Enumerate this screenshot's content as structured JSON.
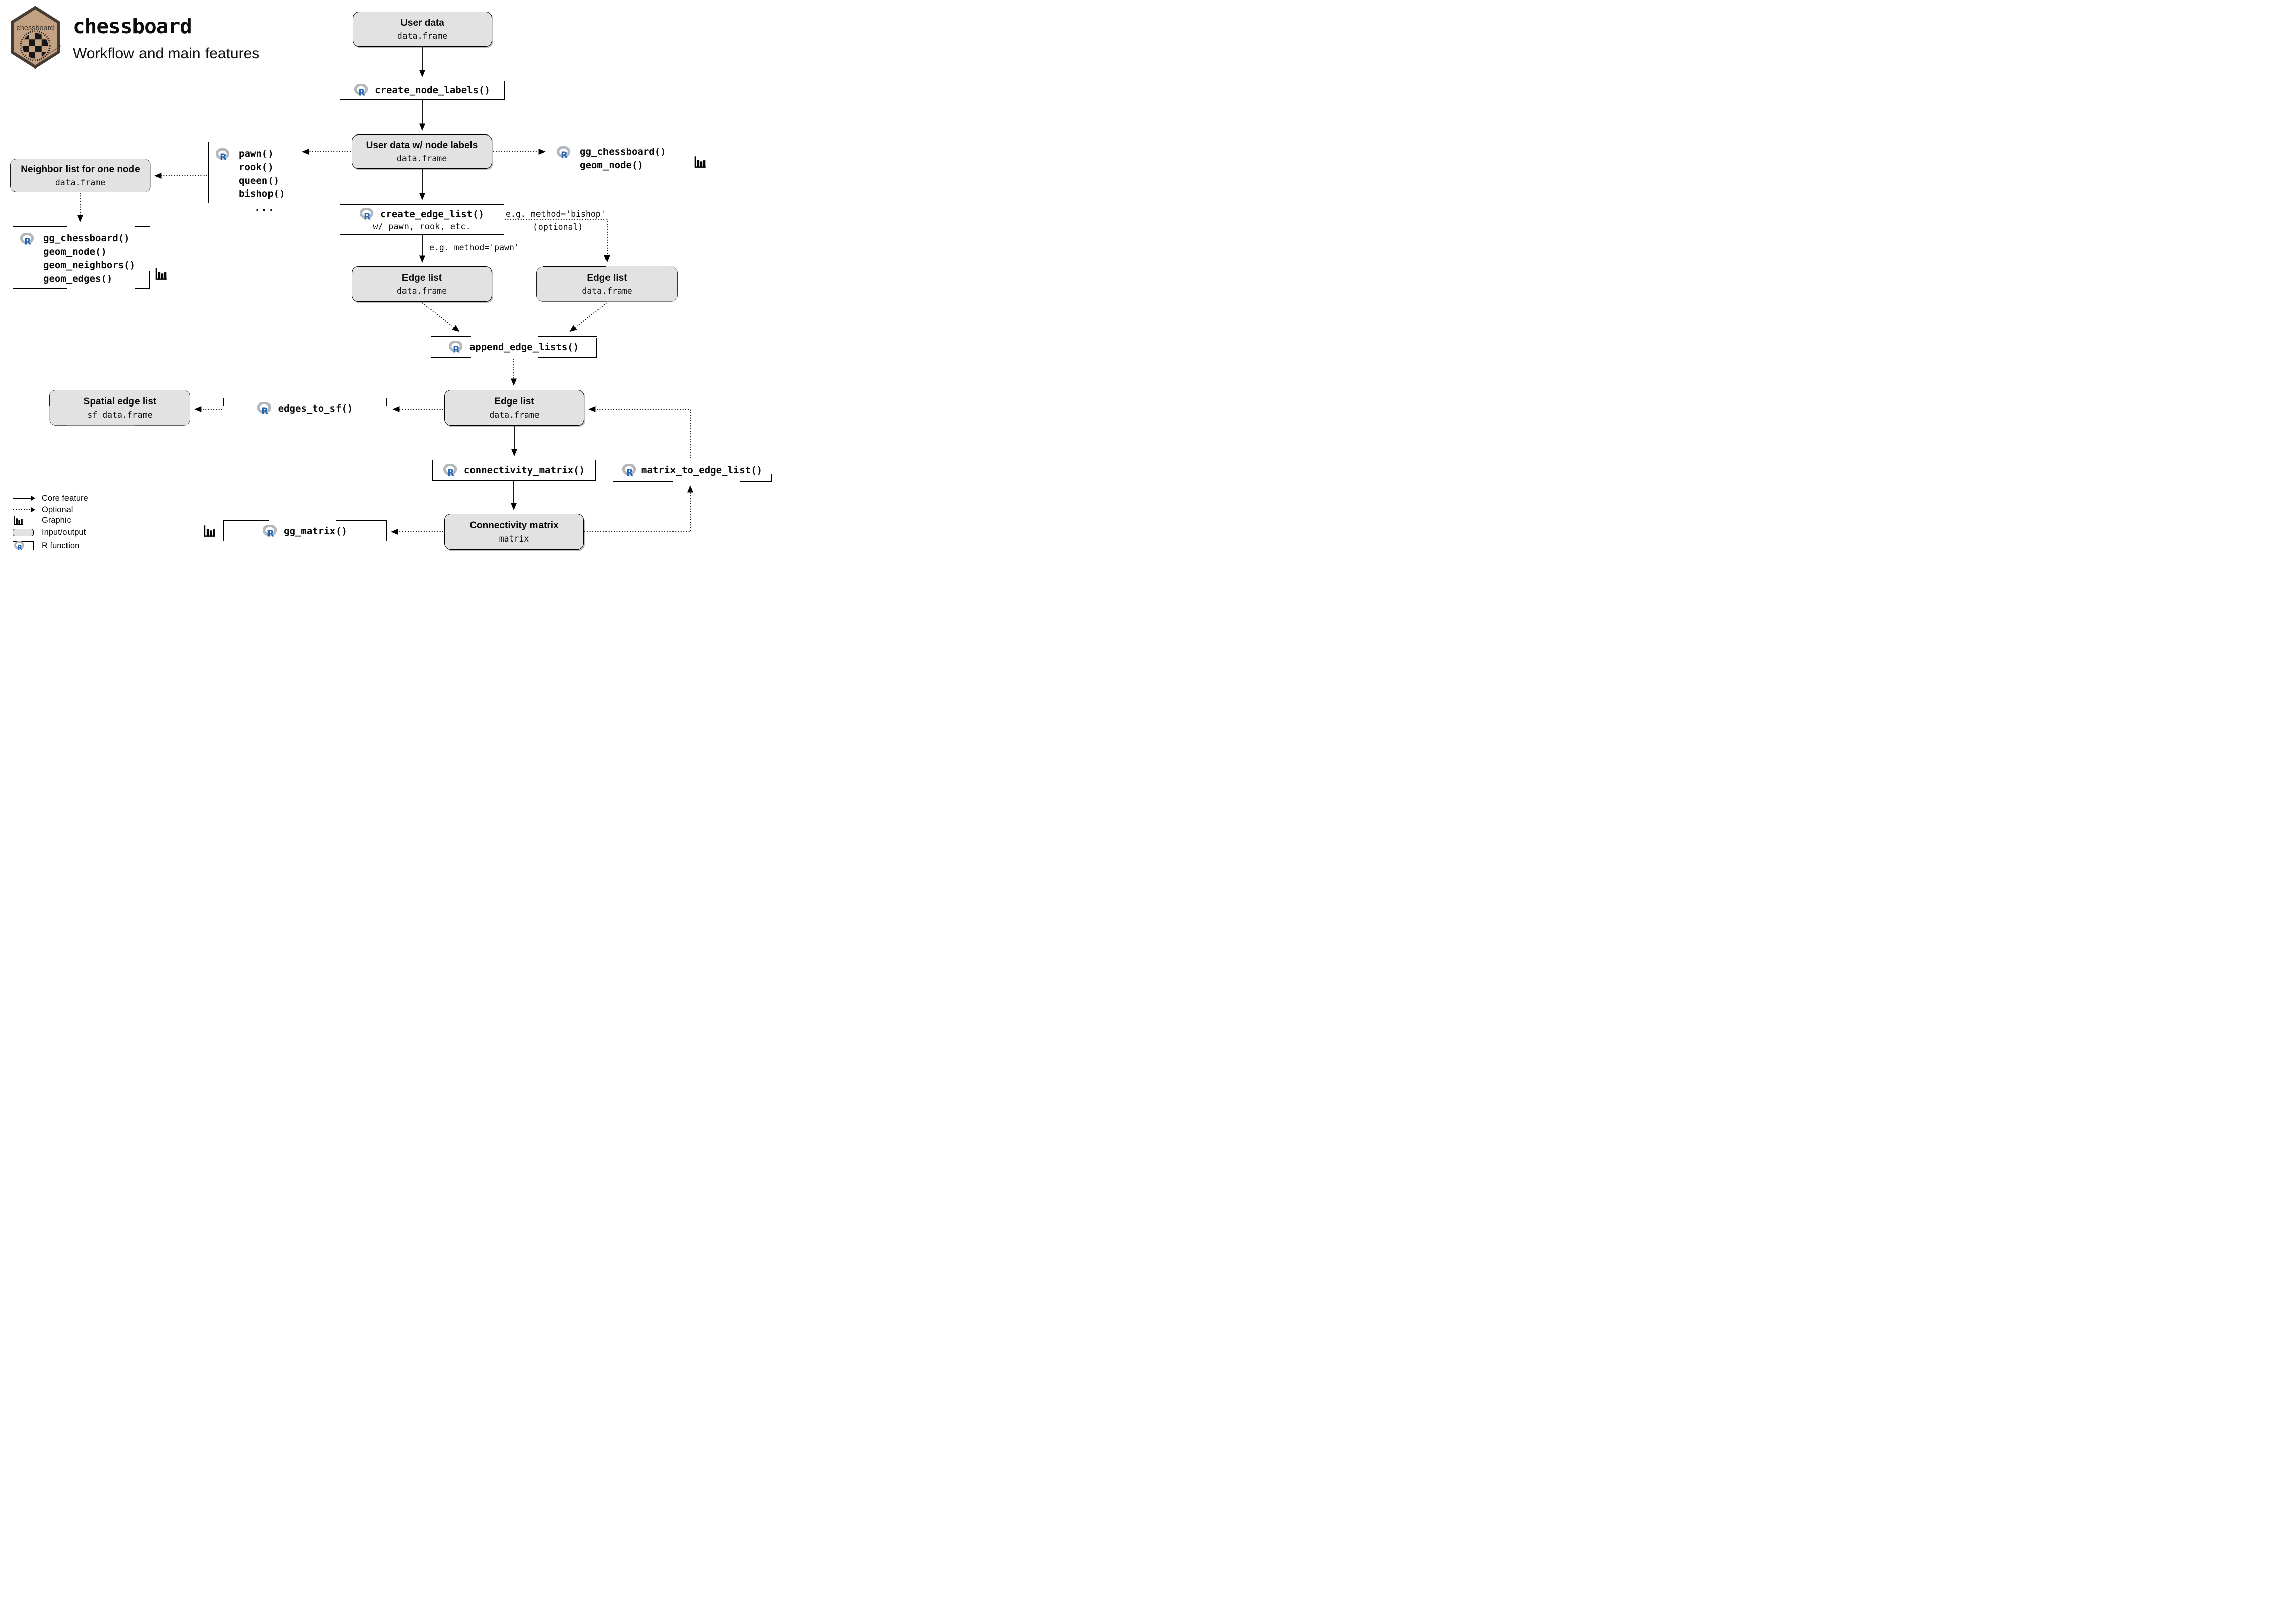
{
  "header": {
    "title": "chessboard",
    "subtitle": "Workflow and main features",
    "logo_label": "chessboard",
    "logo_url": "https://github.com/frbcesab/chessboard"
  },
  "icons": {
    "r_letter": "R"
  },
  "nodes": {
    "user_data": {
      "title": "User data",
      "subtitle": "data.frame"
    },
    "create_node_labels": {
      "label": "create_node_labels()"
    },
    "user_data_labels": {
      "title": "User data w/ node labels",
      "subtitle": "data.frame"
    },
    "pawn_box": {
      "lines": [
        "pawn()",
        "rook()",
        "queen()",
        "bishop()",
        "..."
      ]
    },
    "gg_chessboard_node": {
      "lines": [
        "gg_chessboard()",
        "geom_node()"
      ]
    },
    "neighbor_list": {
      "title": "Neighbor list for one node",
      "subtitle": "data.frame"
    },
    "gg_chessboard_full": {
      "lines": [
        "gg_chessboard()",
        "geom_node()",
        "geom_neighbors()",
        "geom_edges()"
      ]
    },
    "create_edge_list": {
      "label": "create_edge_list()",
      "sublabel": "w/ pawn, rook, etc."
    },
    "edge_list_left": {
      "title": "Edge list",
      "subtitle": "data.frame"
    },
    "edge_list_right": {
      "title": "Edge list",
      "subtitle": "data.frame"
    },
    "append_edge_lists": {
      "label": "append_edge_lists()"
    },
    "edge_list_main": {
      "title": "Edge list",
      "subtitle": "data.frame"
    },
    "edges_to_sf": {
      "label": "edges_to_sf()"
    },
    "spatial_edge_list": {
      "title": "Spatial edge list",
      "subtitle": "sf data.frame"
    },
    "connectivity_matrix_fn": {
      "label": "connectivity_matrix()"
    },
    "matrix_to_edge_list": {
      "label": "matrix_to_edge_list()"
    },
    "connectivity_matrix": {
      "title": "Connectivity matrix",
      "subtitle": "matrix"
    },
    "gg_matrix": {
      "label": "gg_matrix()"
    }
  },
  "edge_labels": {
    "method_bishop": "e.g. method='bishop'",
    "optional": "(optional)",
    "method_pawn": "e.g. method='pawn'"
  },
  "legend": {
    "core_feature": "Core feature",
    "optional": "Optional",
    "graphic": "Graphic",
    "input_output": "Input/output",
    "r_function": "R function"
  },
  "colors": {
    "io_fill": "#e2e2e2",
    "border": "#000000",
    "r_blue": "#2368b8",
    "r_gray": "#b4b8bc",
    "logo_fill": "#c3a283",
    "logo_border": "#463c36"
  }
}
